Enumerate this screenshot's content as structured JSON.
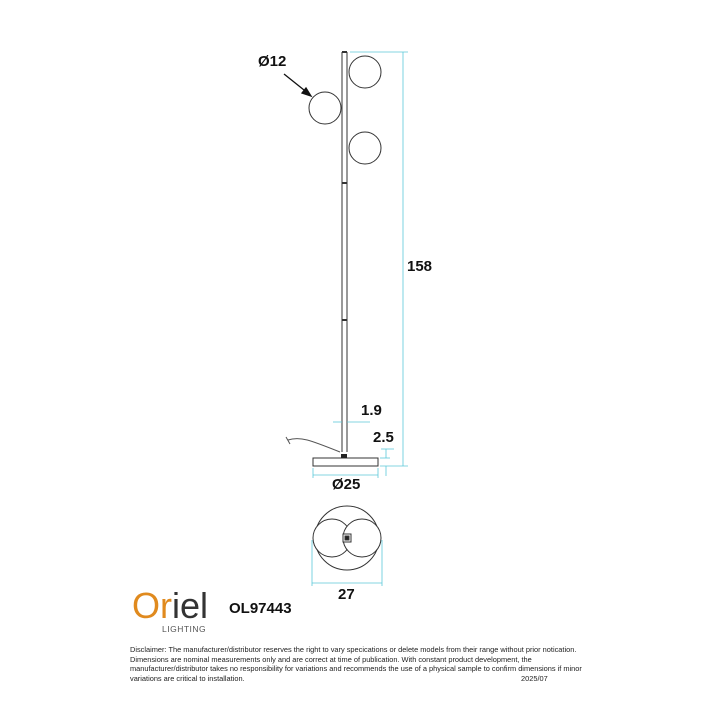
{
  "drawing": {
    "type": "technical dimension drawing",
    "subject": "floor lamp with three globe shades",
    "units": "cm",
    "dimension_color": "#5bc8d9",
    "line_color": "#333333"
  },
  "dimensions": {
    "globe_diameter": "Ø12",
    "overall_height": "158",
    "pole_diameter": "1.9",
    "base_height": "2.5",
    "base_diameter": "Ø25",
    "top_view_width": "27"
  },
  "brand": {
    "name_part1": "Or",
    "name_part2": "iel",
    "sub": "LIGHTING",
    "accent_color": "#e08a1e"
  },
  "model_code": "OL97443",
  "disclaimer": {
    "line1": "Disclaimer: The manufacturer/distributor reserves the right to vary specications or delete models from their range without prior notication.",
    "line2": "Dimensions are nominal measurements only and are correct at time of publication. With constant product development, the",
    "line3": "manufacturer/distributor takes no responsibility for variations and recommends the use of a physical sample to confirm dimensions if minor",
    "line4": "variations are critical to installation.",
    "date": "2025/07"
  }
}
